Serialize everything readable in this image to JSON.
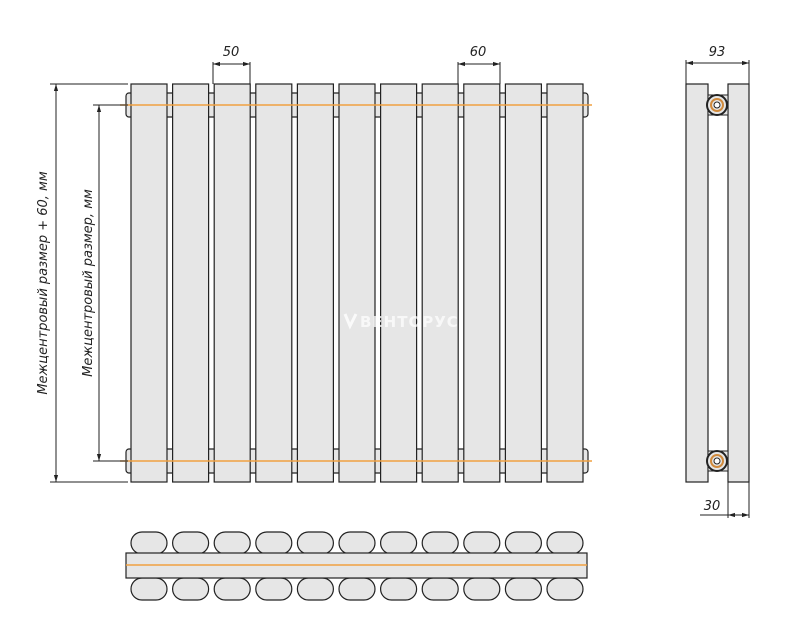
{
  "labels": {
    "section_width": "50",
    "section_pitch": "60",
    "depth": "93",
    "wall_offset": "30",
    "height_total": "Межцентровый размер + 60, мм",
    "height_center": "Межцентровый размер, мм"
  },
  "watermark": "ВЕНТОРУС",
  "radiator": {
    "section_count": 11
  },
  "colors": {
    "section_fill": "#e6e6e6",
    "outline": "#222222",
    "axis_line": "#f0a040",
    "pipe_ring": "#d08a3c"
  }
}
